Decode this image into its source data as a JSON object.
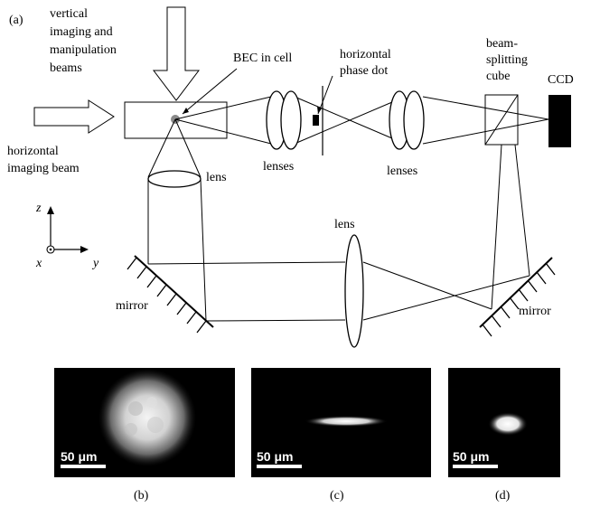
{
  "panel_a": {
    "label": "(a)",
    "vertical_beams_lines": [
      "vertical",
      "imaging and",
      "manipulation",
      "beams"
    ],
    "bec_label": "BEC in cell",
    "phase_dot_lines": [
      "horizontal",
      "phase dot"
    ],
    "cube_lines": [
      "beam-",
      "splitting",
      "cube"
    ],
    "ccd": "CCD",
    "horizontal_beam_lines": [
      "horizontal",
      "imaging beam"
    ],
    "lens_small": "lens",
    "lenses_left": "lenses",
    "lenses_right": "lenses",
    "lens_big": "lens",
    "mirror_left": "mirror",
    "mirror_right": "mirror",
    "axis_z": "z",
    "axis_x": "x",
    "axis_y": "y"
  },
  "images": [
    {
      "panel_label": "(b)",
      "scale": "50 μm",
      "description": "circular cloud"
    },
    {
      "panel_label": "(c)",
      "scale": "50 μm",
      "description": "thin elongated cloud"
    },
    {
      "panel_label": "(d)",
      "scale": "50 μm",
      "description": "small oval cloud"
    }
  ],
  "colors": {
    "ink": "#000000",
    "photo_bg": "#000000",
    "cloud": "#ffffff"
  }
}
